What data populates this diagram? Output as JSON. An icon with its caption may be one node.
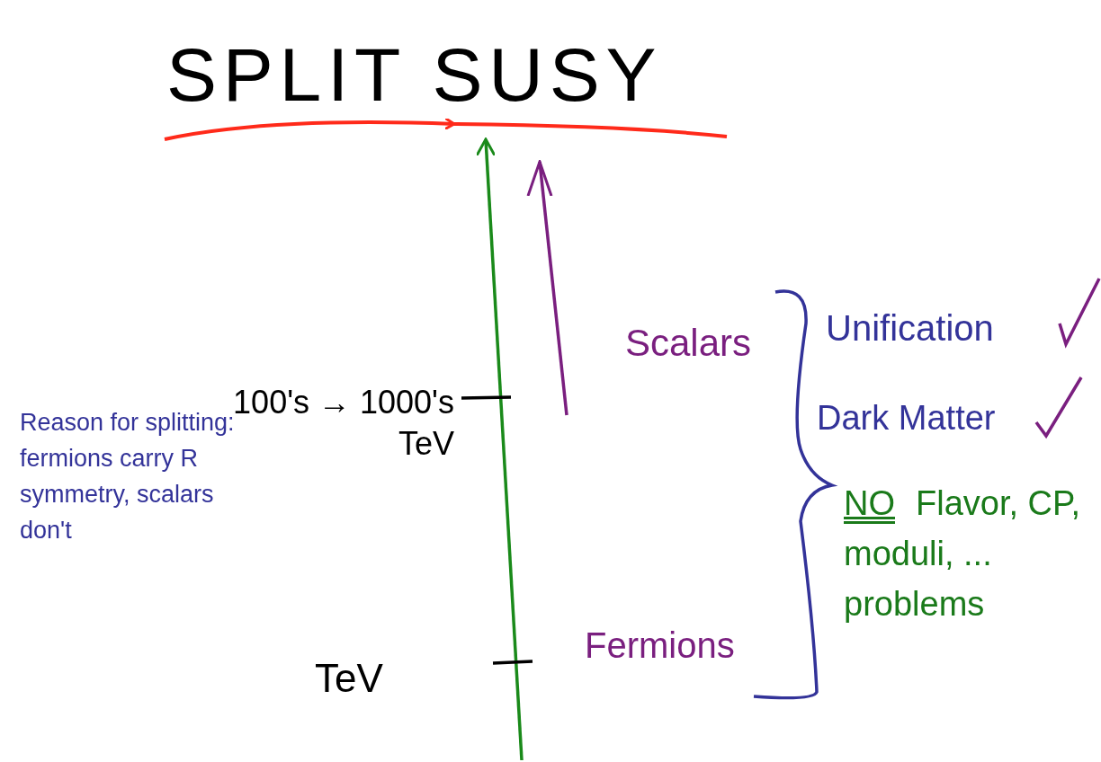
{
  "diagram": {
    "title": "SPLIT SUSY",
    "labels": [
      "100's → 1000's TeV",
      "TeV",
      "Reason for splitting: fermions carry R symmetry, scalars don't",
      "Scalars",
      "Fermions",
      "Unification",
      "Dark Matter",
      "NO",
      "Flavor, CP, moduli, ... problems"
    ]
  }
}
